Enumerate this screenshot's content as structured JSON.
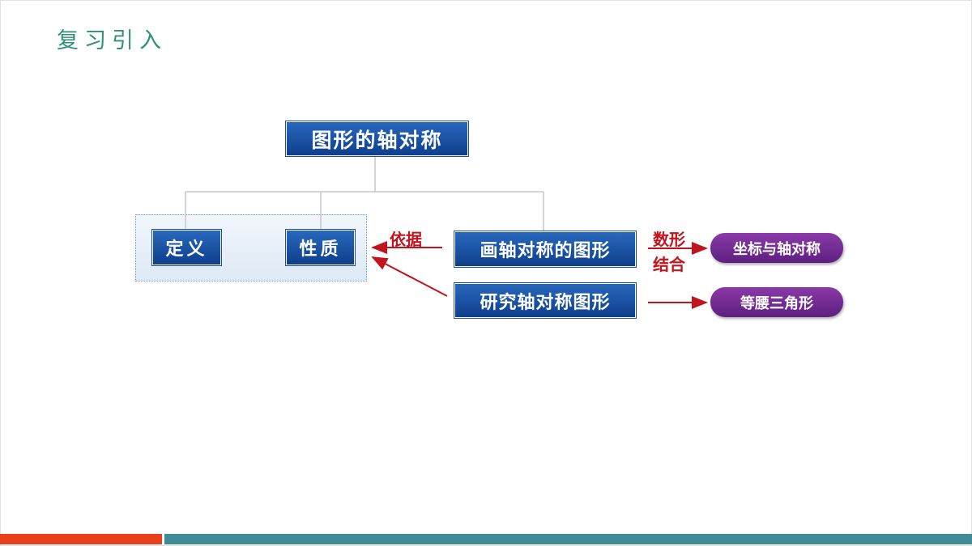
{
  "title": "复习引入",
  "diagram": {
    "root": "图形的轴对称",
    "definition": "定义",
    "property": "性质",
    "draw": "画轴对称的图形",
    "study": "研究轴对称图形",
    "basis_label": "依据",
    "combine_label_line1": "数形",
    "combine_label_line2": "结合",
    "coords": "坐标与轴对称",
    "isosceles": "等腰三角形"
  },
  "colors": {
    "title": "#2f8f78",
    "box_blue": "#1a4f9e",
    "pill_purple": "#6e2790",
    "arrow_red": "#c0141e",
    "bar_red": "#e8401b",
    "bar_teal": "#3e8c98"
  }
}
